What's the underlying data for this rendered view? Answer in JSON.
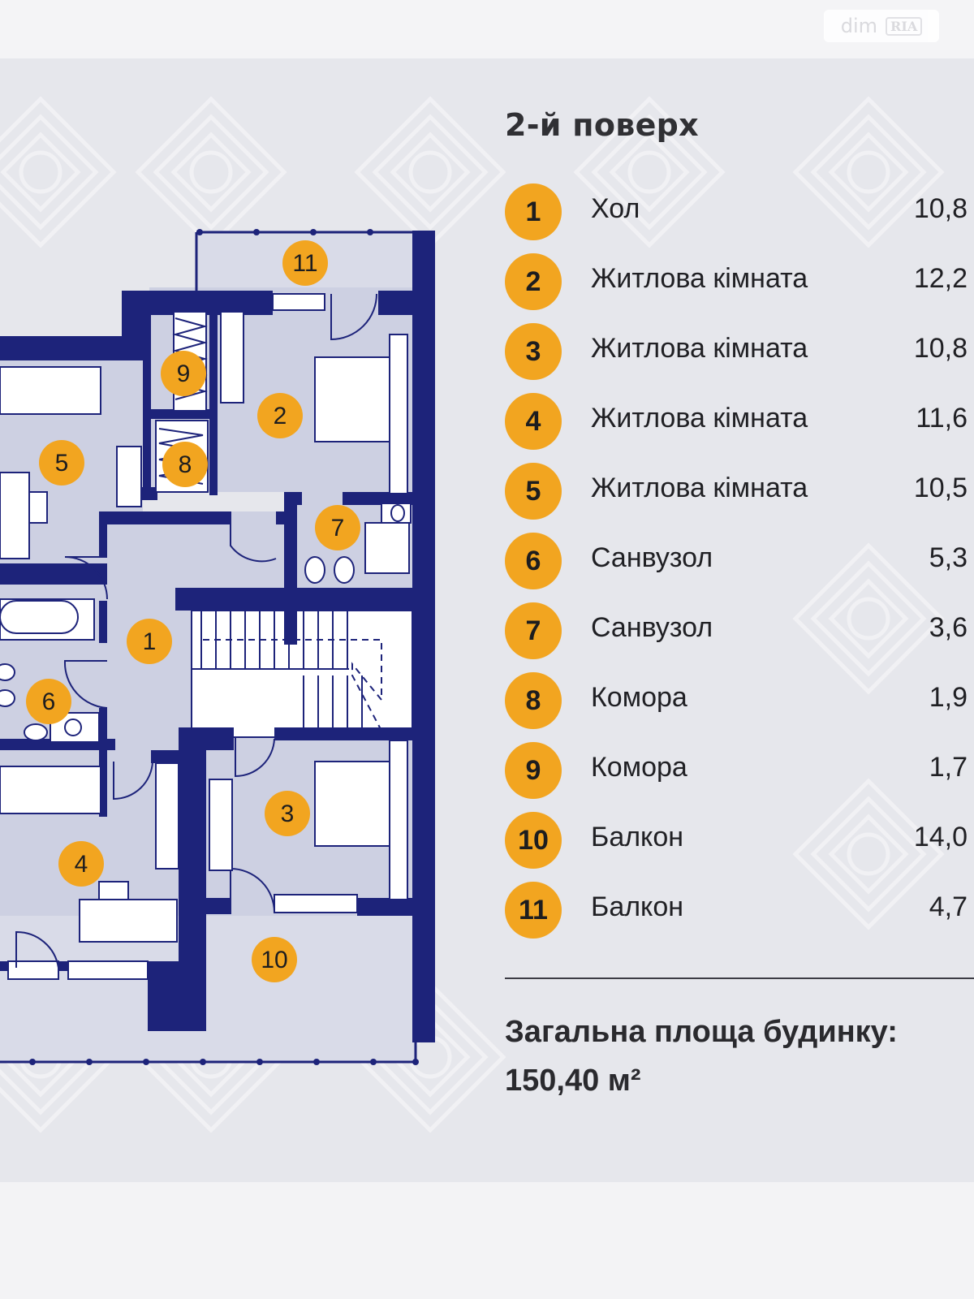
{
  "watermark": {
    "brand": "dim",
    "badge": "RIA"
  },
  "floor_title": "2-й поверх",
  "rooms": [
    {
      "num": "1",
      "name": "Хол",
      "area": "10,8"
    },
    {
      "num": "2",
      "name": "Житлова кімната",
      "area": "12,2"
    },
    {
      "num": "3",
      "name": "Житлова кімната",
      "area": "10,8"
    },
    {
      "num": "4",
      "name": "Житлова кімната",
      "area": "11,6"
    },
    {
      "num": "5",
      "name": "Житлова кімната",
      "area": "10,5"
    },
    {
      "num": "6",
      "name": "Санвузол",
      "area": "5,3"
    },
    {
      "num": "7",
      "name": "Санвузол",
      "area": "3,6"
    },
    {
      "num": "8",
      "name": "Комора",
      "area": "1,9"
    },
    {
      "num": "9",
      "name": "Комора",
      "area": "1,7"
    },
    {
      "num": "10",
      "name": "Балкон",
      "area": "14,0"
    },
    {
      "num": "11",
      "name": "Балкон",
      "area": "4,7"
    }
  ],
  "total": {
    "label": "Загальна площа будинку:",
    "value": "150,40 м²"
  },
  "colors": {
    "wall": "#1d237a",
    "room_fill": "#cdd0e2",
    "balcony_fill": "#d9dbe8",
    "badge": "#f2a520",
    "panel": "#e6e7ec"
  }
}
